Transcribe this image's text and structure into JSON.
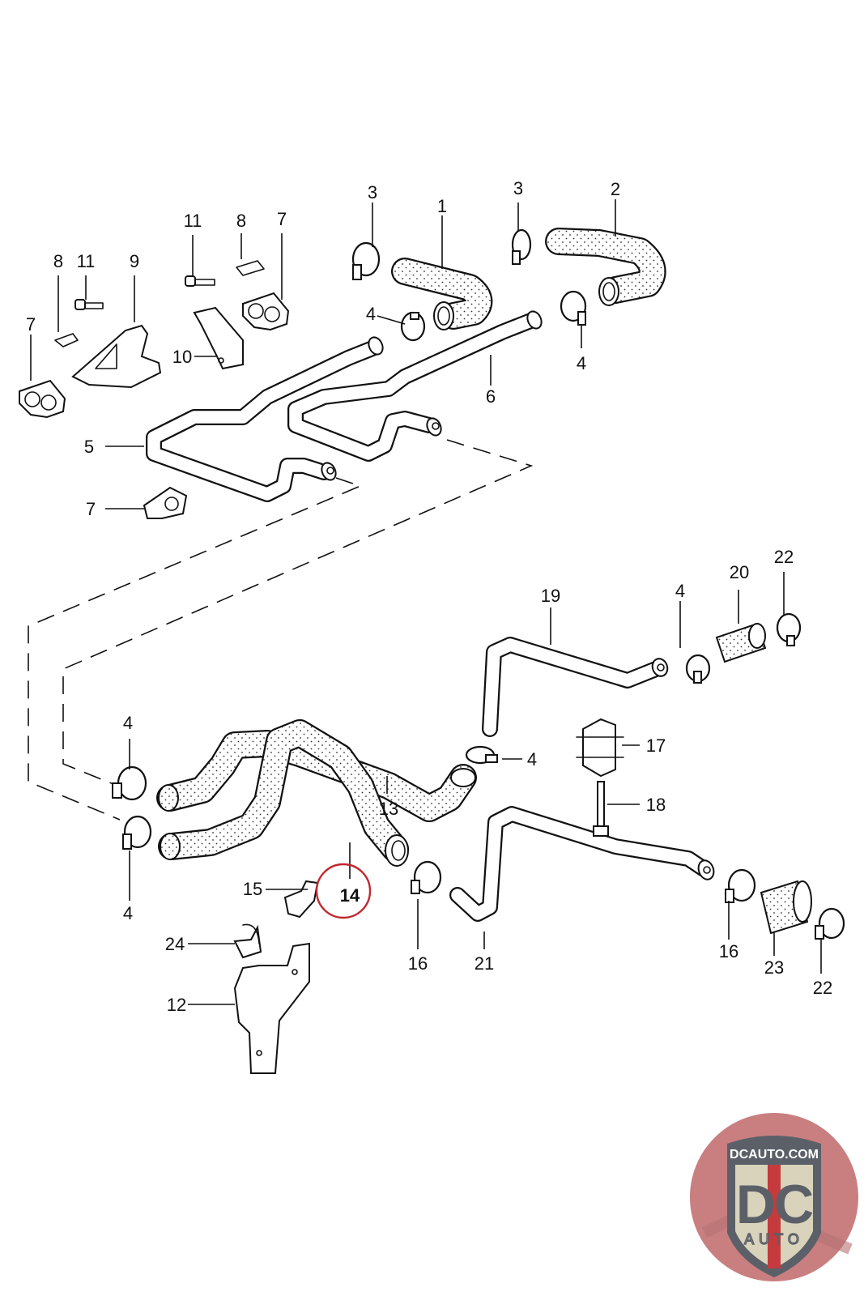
{
  "diagram": {
    "title": "Heater / coolant pipe and hose assembly — exploded parts view",
    "callouts": {
      "c1": "1",
      "c2": "2",
      "c3a": "3",
      "c3b": "3",
      "c4a": "4",
      "c4b": "4",
      "c4c": "4",
      "c4d": "4",
      "c4e": "4",
      "c4f": "4",
      "c5": "5",
      "c6": "6",
      "c7a": "7",
      "c7b": "7",
      "c7c": "7",
      "c8a": "8",
      "c8b": "8",
      "c9": "9",
      "c10": "10",
      "c11a": "11",
      "c11b": "11",
      "c12": "12",
      "c13": "13",
      "c14": "14",
      "c15": "15",
      "c16a": "16",
      "c16b": "16",
      "c17": "17",
      "c18": "18",
      "c19": "19",
      "c20": "20",
      "c21": "21",
      "c22a": "22",
      "c22b": "22",
      "c23": "23",
      "c24": "24"
    },
    "highlighted_part": "14",
    "highlight_color": "#c0282d"
  },
  "watermark": {
    "site": "DCAUTO.COM",
    "monogram": "DC",
    "subtitle": "AUTO",
    "badge_bg": "#c97f80",
    "shield_fill": "#d9d3bc",
    "letter_color": "#5b6068",
    "stripe_color": "#c43a3d"
  }
}
